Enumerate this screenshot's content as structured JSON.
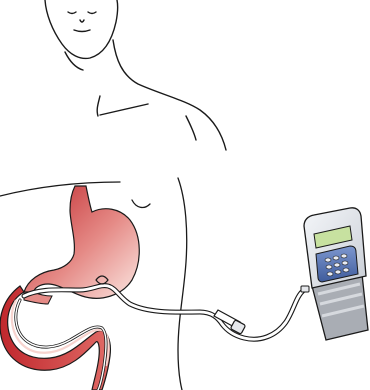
{
  "illustration": {
    "parts": [
      "head",
      "neck",
      "shoulder",
      "torso",
      "stomach",
      "small-intestine",
      "feeding-tube",
      "tube-connector",
      "feeding-pump",
      "pump-display",
      "pump-keypad"
    ],
    "colors": {
      "outline": "#1a1a1a",
      "organ_dark": "#c0282d",
      "organ_light": "#f3c9c3",
      "organ_pale": "#fbe7e2",
      "tube": "#ffffff",
      "pump_body": "#dfe3ea",
      "pump_lower": "#a9adb4",
      "pump_display": "#c7e1a0",
      "pump_keypad": "#5a77b5"
    }
  }
}
